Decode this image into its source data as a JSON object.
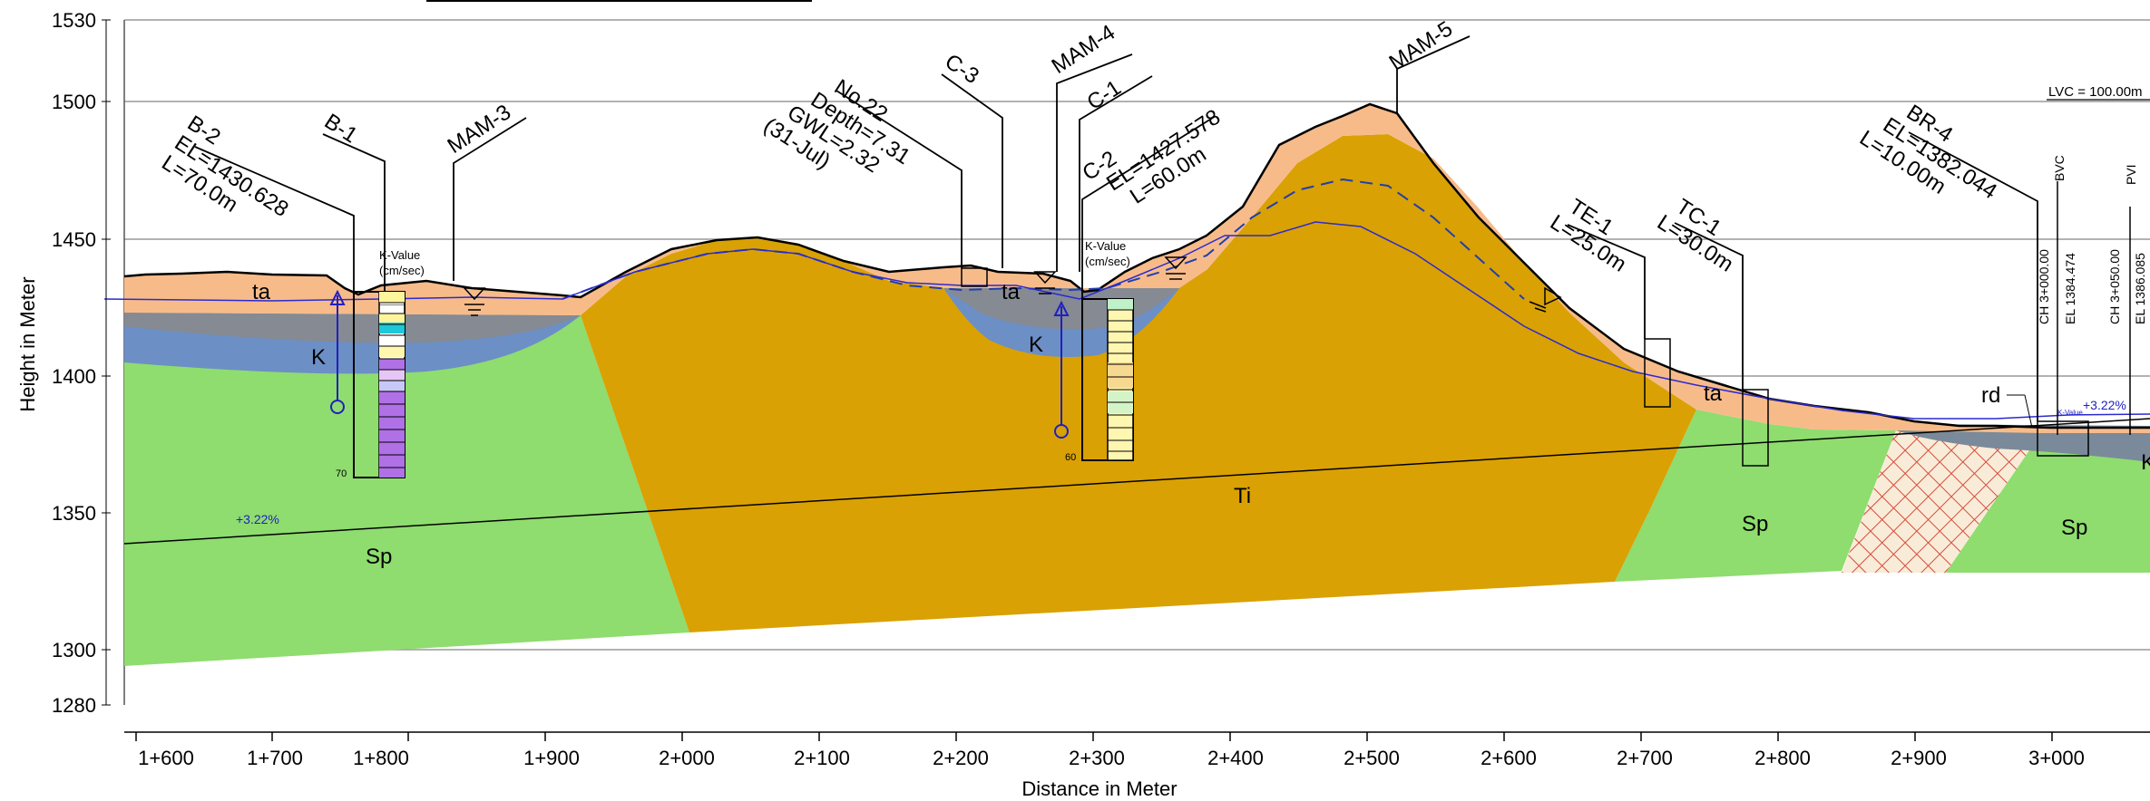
{
  "axes": {
    "y_label": "Height in Meter",
    "x_label": "Distance in Meter",
    "y_ticks": [
      "1530",
      "1500",
      "1450",
      "1400",
      "1350",
      "1300",
      "1280"
    ],
    "x_ticks": [
      "1+600",
      "1+700",
      "1+800",
      "1+900",
      "2+000",
      "2+100",
      "2+200",
      "2+300",
      "2+400",
      "2+500",
      "2+600",
      "2+700",
      "2+800",
      "2+900",
      "3+000"
    ]
  },
  "layers": {
    "ta": "ta",
    "k": "K",
    "sp": "Sp",
    "ti": "Ti",
    "rd": "rd"
  },
  "boreholes": {
    "b2": [
      "B-2",
      "EL=1430.628",
      "L=70.0m"
    ],
    "b1": "B-1",
    "mam3": "MAM-3",
    "no22": [
      "No.22",
      "Depth=7.31",
      "GWL=2.32",
      "(31-Jul)"
    ],
    "c3": "C-3",
    "mam4": "MAM-4",
    "c1": "C-1",
    "c2": [
      "C-2",
      "EL=1427.578",
      "L=60.0m"
    ],
    "mam5": "MAM-5",
    "te1": [
      "TE-1",
      "L=25.0m"
    ],
    "tc1": [
      "TC-1",
      "L=30.0m"
    ],
    "br4": [
      "BR-4",
      "EL=1382.044",
      "L=10.00m"
    ]
  },
  "kvalue": [
    "K-Value",
    "(cm/sec)"
  ],
  "depth_labels": {
    "b1": "70",
    "c2": "60"
  },
  "road": {
    "lvc": "LVC = 100.00m",
    "bvc": "BVC",
    "pvi": "PVI",
    "ch1": "CH 3+000.00",
    "el1": "EL 1384.474",
    "ch2": "CH 3+050.00",
    "el2": "EL 1386.085",
    "grade1": "+3.22%",
    "grade2": "+3.22%",
    "kvalue_small": "K-Value"
  }
}
